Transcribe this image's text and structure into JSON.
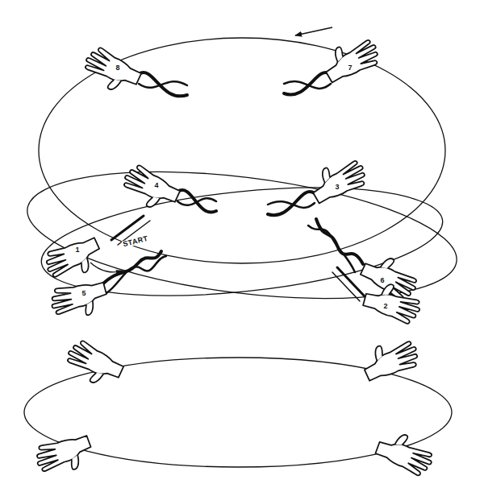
{
  "diagram": {
    "labels": [
      "8",
      "7",
      "4",
      "3",
      "START",
      "1",
      "6",
      "5",
      "2"
    ]
  }
}
